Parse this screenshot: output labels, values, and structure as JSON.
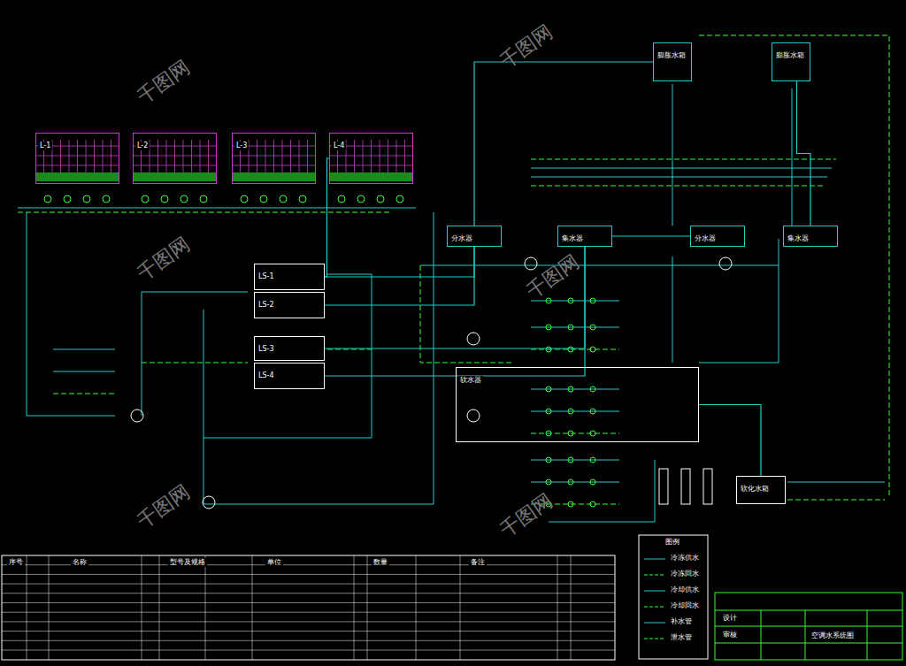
{
  "diagram": {
    "nodes": [
      {
        "text": [
          "L-1"
        ]
      },
      {
        "text": [
          "L-2"
        ]
      },
      {
        "text": [
          "L-3"
        ]
      },
      {
        "text": [
          "L-4"
        ]
      },
      {
        "text": [
          "LS-1"
        ]
      },
      {
        "text": [
          "LS-2"
        ]
      },
      {
        "text": [
          "LS-3"
        ]
      },
      {
        "text": [
          "LS-4"
        ]
      },
      {
        "text": [
          "膨胀水箱"
        ]
      },
      {
        "text": [
          "膨胀水箱"
        ]
      },
      {
        "text": [
          "分水器"
        ]
      },
      {
        "text": [
          "集水器"
        ]
      },
      {
        "text": [
          "分水器"
        ]
      },
      {
        "text": [
          "集水器"
        ]
      },
      {
        "text": [
          "软水器"
        ]
      },
      {
        "text": [
          "软化水箱"
        ]
      }
    ],
    "edges": [
      {
        "from": 3,
        "to": 4,
        "arrow": "none"
      },
      {
        "from": 4,
        "to": 10,
        "arrow": "none"
      },
      {
        "from": 5,
        "to": 10,
        "arrow": "none"
      },
      {
        "from": 6,
        "to": 11,
        "arrow": "none"
      },
      {
        "from": 7,
        "to": 11,
        "arrow": "none"
      },
      {
        "from": 8,
        "to": 10,
        "arrow": "none"
      },
      {
        "from": 9,
        "to": 13,
        "arrow": "none"
      },
      {
        "from": 11,
        "to": 12,
        "arrow": "none"
      },
      {
        "from": 14,
        "to": 15,
        "arrow": "none"
      }
    ],
    "labels": [
      "千图网",
      "千图网",
      "千图网",
      "千图网",
      "千图网",
      "千图网",
      "空调水系统图",
      "图例",
      "序号",
      "名称",
      "型号及规格",
      "单位",
      "数量",
      "备注",
      "设计",
      "审核"
    ],
    "legend": [
      {
        "text": "冷冻供水"
      },
      {
        "text": "冷冻回水"
      },
      {
        "text": "冷却供水"
      },
      {
        "text": "冷却回水"
      },
      {
        "text": "补水管"
      },
      {
        "text": "泄水管"
      }
    ]
  }
}
